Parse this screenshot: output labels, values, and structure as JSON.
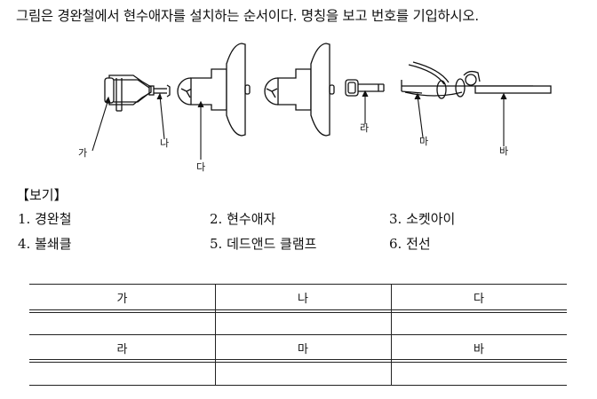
{
  "question": {
    "text": "그림은 경완철에서 현수애자를 설치하는 순서이다. 명칭을 보고 번호를 기입하시오."
  },
  "figure": {
    "labels": [
      "가",
      "나",
      "다",
      "라",
      "마",
      "바"
    ]
  },
  "bogi": {
    "heading": "【보기】",
    "options": [
      {
        "num": "1.",
        "label": "경완철"
      },
      {
        "num": "2.",
        "label": "현수애자"
      },
      {
        "num": "3.",
        "label": "소켓아이"
      },
      {
        "num": "4.",
        "label": "볼쇄클"
      },
      {
        "num": "5.",
        "label": "데드앤드 클램프"
      },
      {
        "num": "6.",
        "label": "전선"
      }
    ]
  },
  "answer_table": {
    "row1_headers": [
      "가",
      "나",
      "다"
    ],
    "row1_answers": [
      "",
      "",
      ""
    ],
    "row2_headers": [
      "라",
      "마",
      "바"
    ],
    "row2_answers": [
      "",
      "",
      ""
    ]
  }
}
